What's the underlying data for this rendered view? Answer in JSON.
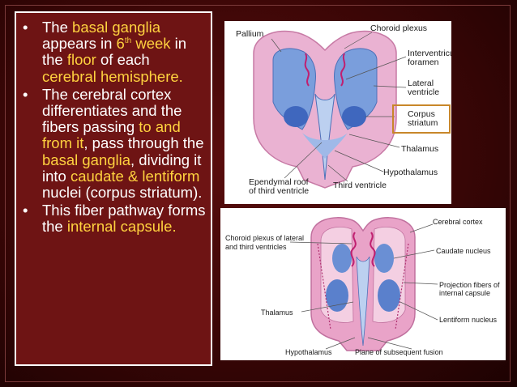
{
  "bullets": [
    [
      {
        "text": "The ",
        "hl": false
      },
      {
        "text": "basal ganglia",
        "hl": true
      },
      {
        "text": " appears in ",
        "hl": false
      },
      {
        "text": "6",
        "hl": true
      },
      {
        "text": "th",
        "hl": true,
        "sup": true
      },
      {
        "text": " week",
        "hl": true
      },
      {
        "text": " in the ",
        "hl": false
      },
      {
        "text": "floor",
        "hl": true
      },
      {
        "text": " of each ",
        "hl": false
      },
      {
        "text": "cerebral hemisphere.",
        "hl": true
      }
    ],
    [
      {
        "text": "The cerebral cortex differentiates and the fibers passing ",
        "hl": false
      },
      {
        "text": "to and from it",
        "hl": true
      },
      {
        "text": ", pass through the ",
        "hl": false
      },
      {
        "text": "basal ganglia",
        "hl": true
      },
      {
        "text": ", dividing it into ",
        "hl": false
      },
      {
        "text": "caudate & lentiform",
        "hl": true
      },
      {
        "text": " nuclei (corpus striatum).",
        "hl": false
      }
    ],
    [
      {
        "text": "This fiber pathway forms the ",
        "hl": false
      },
      {
        "text": "internal capsule.",
        "hl": true
      }
    ]
  ],
  "figure_top": {
    "labels": {
      "pallium": "Pallium",
      "choroid_plexus": "Choroid plexus",
      "interventricular_1": "Interventricular",
      "interventricular_2": "foramen",
      "lateral_1": "Lateral",
      "lateral_2": "ventricle",
      "corpus_1": "Corpus",
      "corpus_2": "striatum",
      "thalamus": "Thalamus",
      "hypothalamus": "Hypothalamus",
      "ependymal_1": "Ependymal roof",
      "ependymal_2": "of third ventricle",
      "third_ventricle": "Third ventricle"
    }
  },
  "figure_bottom": {
    "labels": {
      "choroid_1": "Choroid plexus of  lateral",
      "choroid_2": "and third ventricles",
      "thalamus": "Thalamus",
      "cerebral_cortex": "Cerebral cortex",
      "caudate": "Caudate nucleus",
      "projection_1": "Projection fibers of",
      "projection_2": "internal capsule",
      "lentiform": "Lentiform nucleus",
      "hypothalamus": "Hypothalamus",
      "plane": "Plane of subsequent fusion"
    }
  },
  "colors": {
    "background": "#3a0606",
    "panel": "#6e1414",
    "highlight": "#ffd23f",
    "tissue_pink": "#e9a3c8",
    "ventricle_blue": "#6d93d6",
    "callout_box": "#c8872a"
  }
}
